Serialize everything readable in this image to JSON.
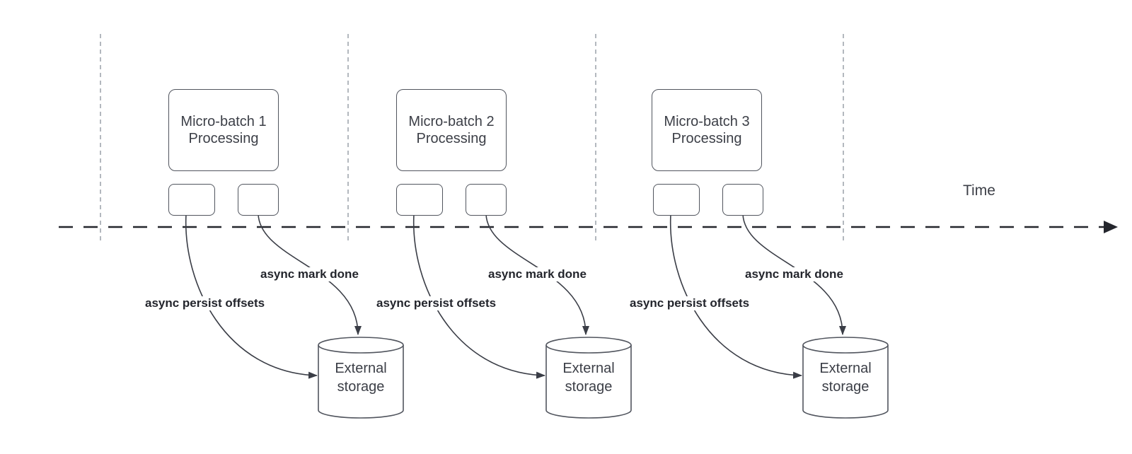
{
  "timeline": {
    "label": "Time"
  },
  "sections": [
    {
      "processing_box": {
        "line1": "Micro-batch 1",
        "line2": "Processing"
      },
      "persist_arrow_label": "async persist offsets",
      "mark_done_arrow_label": "async mark done",
      "storage": {
        "line1": "External",
        "line2": "storage"
      }
    },
    {
      "processing_box": {
        "line1": "Micro-batch 2",
        "line2": "Processing"
      },
      "persist_arrow_label": "async persist offsets",
      "mark_done_arrow_label": "async mark done",
      "storage": {
        "line1": "External",
        "line2": "storage"
      }
    },
    {
      "processing_box": {
        "line1": "Micro-batch 3",
        "line2": "Processing"
      },
      "persist_arrow_label": "async persist offsets",
      "mark_done_arrow_label": "async mark done",
      "storage": {
        "line1": "External",
        "line2": "storage"
      }
    }
  ],
  "colors": {
    "box_border": "#51555e",
    "arrow_line": "#3a3d46",
    "time_axis": "#24262d",
    "boundary_guide": "#9aa1a9",
    "text": "#3c3f47",
    "label_text": "#23252c",
    "background": "#ffffff"
  }
}
